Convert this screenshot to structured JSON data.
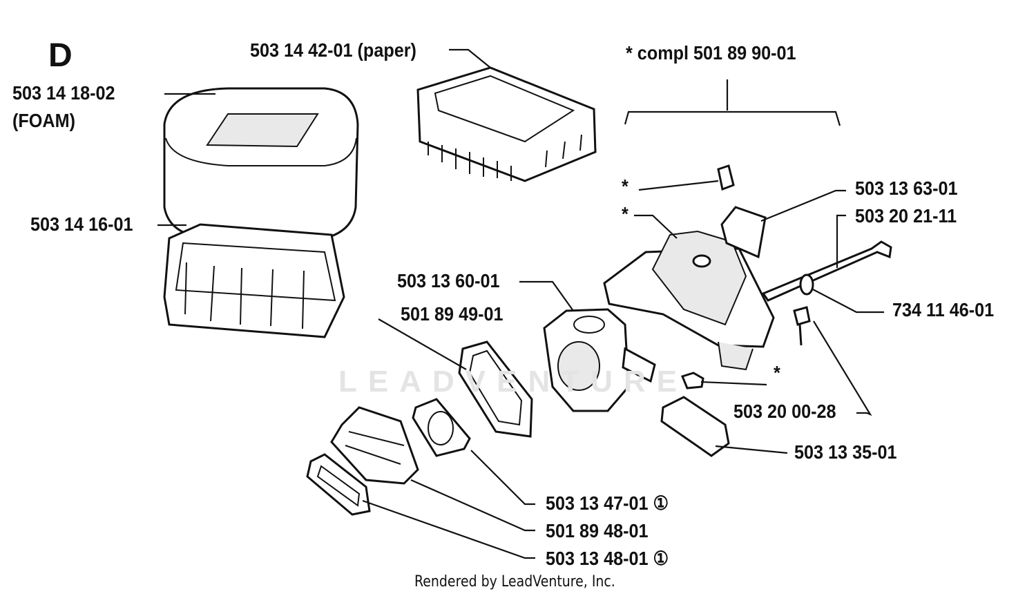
{
  "section_letter": "D",
  "parts": {
    "foam_filter": "503 14 18-02",
    "foam_note": "(FOAM)",
    "paper_filter": "503 14 42-01 (paper)",
    "compl_kit": "*  compl 501 89 90-01",
    "filter_holder": "503 14 16-01",
    "p_503136301": "503 13 63-01",
    "p_503202111": "503 20 21-11",
    "p_503136001": "503 13 60-01",
    "p_501894901": "501 89 49-01",
    "p_734114601": "734 11 46-01",
    "p_503200028": "503 20 00-28",
    "p_503133501": "503 13 35-01",
    "p_503134701": "503 13 47-01 ①",
    "p_501894801": "501 89 48-01",
    "p_503134801": "503 13 48-01 ①"
  },
  "asterisk": "*",
  "watermark": "LEADVENTURE",
  "footer": "Rendered by LeadVenture, Inc."
}
